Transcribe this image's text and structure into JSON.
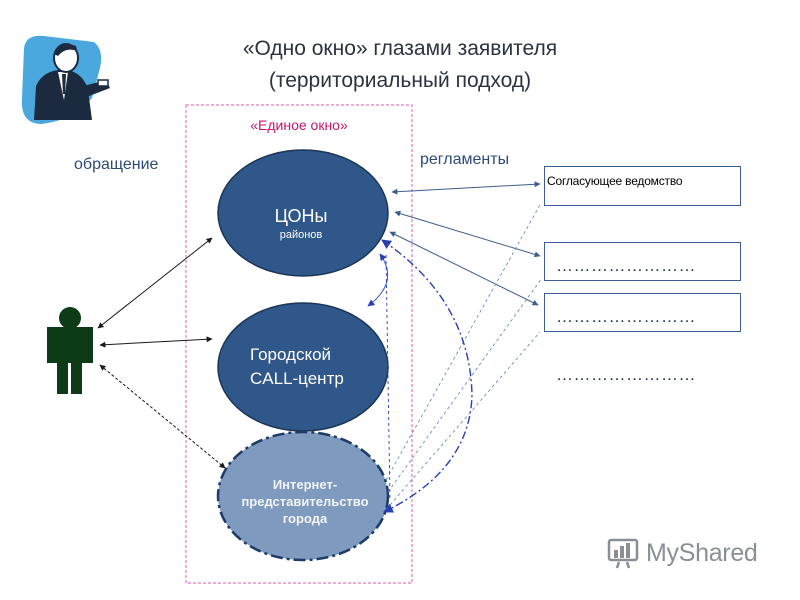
{
  "title": {
    "line1": "«Одно окно» глазами заявителя",
    "line2": "(территориальный подход)"
  },
  "frame": {
    "label": "«Единое окно»"
  },
  "labels": {
    "appeal": "обращение",
    "regulations": "регламенты"
  },
  "nodes": {
    "cons": {
      "title": "ЦОНы",
      "subtitle": "районов"
    },
    "call_center": {
      "line1": "Городской",
      "line2": "CALL-центр"
    },
    "internet": {
      "line1": "Интернет-",
      "line2": "представительство",
      "line3": "города"
    }
  },
  "right_boxes": {
    "agency": "Согласующее ведомство",
    "placeholder1": "……………………",
    "placeholder2": "……………………",
    "placeholder3": "……………………"
  },
  "watermark": {
    "text": "MyShared"
  },
  "colors": {
    "node_fill": "#2f5789",
    "internet_fill": "#7e9bbf",
    "frame_border": "#e27ac0",
    "person": "#0d3b17",
    "arrow_solid": "#3c5e8f",
    "arrow_dash": "#2a3fb0"
  }
}
